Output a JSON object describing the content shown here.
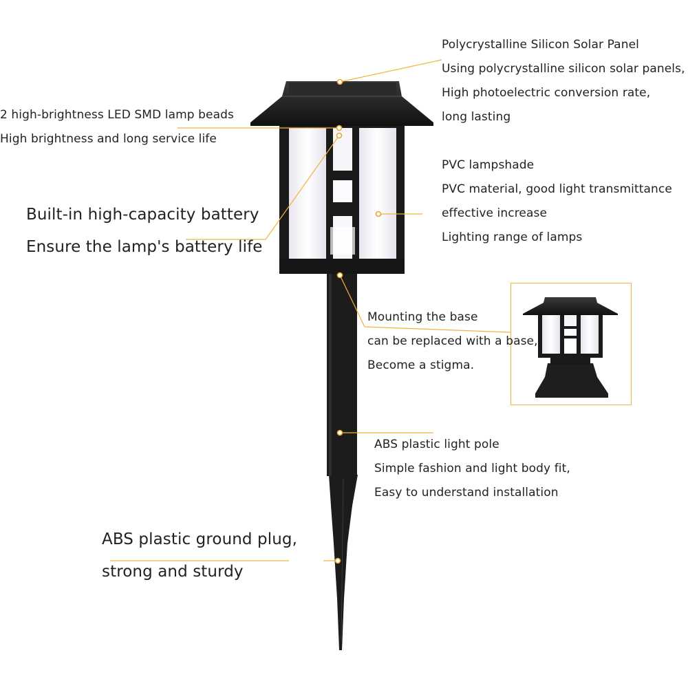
{
  "colors": {
    "leader": "#f0b43c",
    "dot": "#e8a92a",
    "lamp_body": "#1c1c1c",
    "lamp_glass": "#f4f2f7",
    "text": "#222222"
  },
  "callouts": {
    "solar": {
      "title": "Polycrystalline Silicon Solar Panel",
      "lines": [
        "Using polycrystalline silicon solar panels,",
        "High photoelectric conversion rate,",
        "long lasting"
      ]
    },
    "led": {
      "title": "2 high-brightness LED SMD lamp beads",
      "lines": [
        "High brightness and long service life"
      ]
    },
    "battery": {
      "title": "Built-in high-capacity battery",
      "lines": [
        "Ensure the lamp's battery life"
      ]
    },
    "pvc": {
      "title": "PVC lampshade",
      "lines": [
        "PVC material, good light transmittance",
        "effective increase",
        "Lighting range of lamps"
      ]
    },
    "mount": {
      "title": "Mounting the base",
      "lines": [
        "can be replaced with a base,",
        "Become a stigma."
      ]
    },
    "pole": {
      "title": "ABS plastic light pole",
      "lines": [
        "Simple fashion and light body fit,",
        "Easy to understand installation"
      ]
    },
    "plug": {
      "title": "ABS plastic ground plug,",
      "lines": [
        "strong and sturdy"
      ]
    }
  },
  "icons": {
    "main_product": "solar-garden-lamp-illustration",
    "inset_product": "lamp-with-base-illustration"
  }
}
